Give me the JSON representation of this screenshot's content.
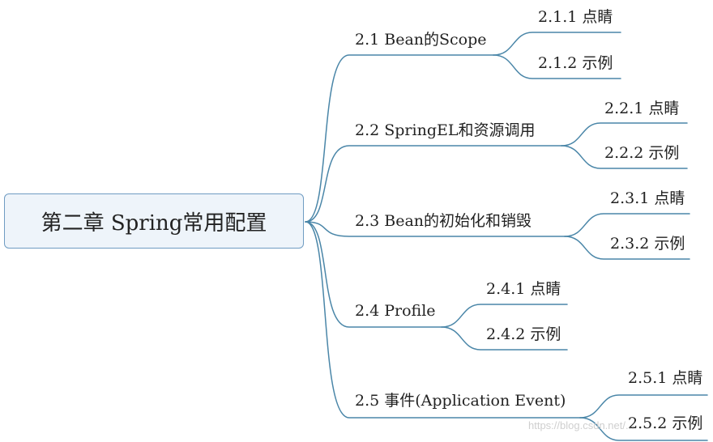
{
  "root": {
    "label": "第二章 Spring常用配置"
  },
  "branches": [
    {
      "label": "2.1 Bean的Scope",
      "children": [
        {
          "label": "2.1.1 点睛"
        },
        {
          "label": "2.1.2 示例"
        }
      ]
    },
    {
      "label": "2.2 SpringEL和资源调用",
      "children": [
        {
          "label": "2.2.1 点睛"
        },
        {
          "label": "2.2.2 示例"
        }
      ]
    },
    {
      "label": "2.3 Bean的初始化和销毁",
      "children": [
        {
          "label": "2.3.1 点睛"
        },
        {
          "label": "2.3.2 示例"
        }
      ]
    },
    {
      "label": "2.4 Profile",
      "children": [
        {
          "label": "2.4.1 点睛"
        },
        {
          "label": "2.4.2 示例"
        }
      ]
    },
    {
      "label": "2.5 事件(Application Event)",
      "children": [
        {
          "label": "2.5.1 点睛"
        },
        {
          "label": "2.5.2 示例"
        }
      ]
    }
  ],
  "watermark": "https://blog.csdn.net/...",
  "colors": {
    "line": "#4a86a8",
    "root_border": "#6f9cc2",
    "root_fill": "#eef4fa"
  }
}
